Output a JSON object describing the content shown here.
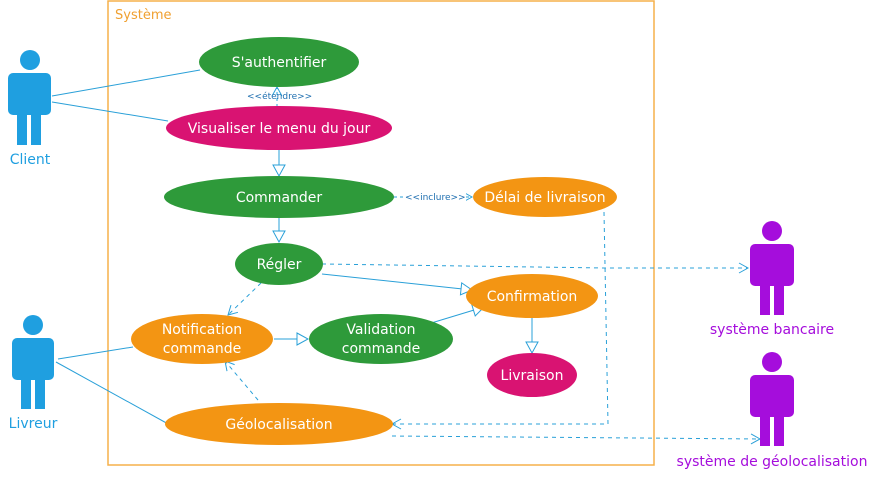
{
  "system": {
    "label": "Système"
  },
  "colors": {
    "green": "#2e9a3a",
    "magenta": "#d91372",
    "orange": "#f39513",
    "actor_blue": "#1f9fe0",
    "actor_purple": "#a50ddc",
    "line": "#2aa0d8",
    "system_border": "#f5b04a"
  },
  "actors": {
    "client": {
      "label": "Client",
      "icon": "actor-person-icon"
    },
    "livreur": {
      "label": "Livreur",
      "icon": "actor-person-icon"
    },
    "banque": {
      "label": "système bancaire",
      "icon": "actor-person-icon"
    },
    "geo": {
      "label": "système de géolocalisation",
      "icon": "actor-person-icon"
    }
  },
  "use_cases": {
    "auth": {
      "label": "S'authentifier"
    },
    "menu": {
      "label": "Visualiser le menu du jour"
    },
    "commander": {
      "label": "Commander"
    },
    "delai": {
      "label": "Délai de livraison"
    },
    "regler": {
      "label": "Régler"
    },
    "confirmation": {
      "label": "Confirmation"
    },
    "notification": {
      "line1": "Notification",
      "line2": "commande"
    },
    "validation": {
      "line1": "Validation",
      "line2": "commande"
    },
    "livraison": {
      "label": "Livraison"
    },
    "geoloc": {
      "label": "Géolocalisation"
    }
  },
  "relations": {
    "extend": "<<étendre>>",
    "include": "<<inclure>>"
  }
}
